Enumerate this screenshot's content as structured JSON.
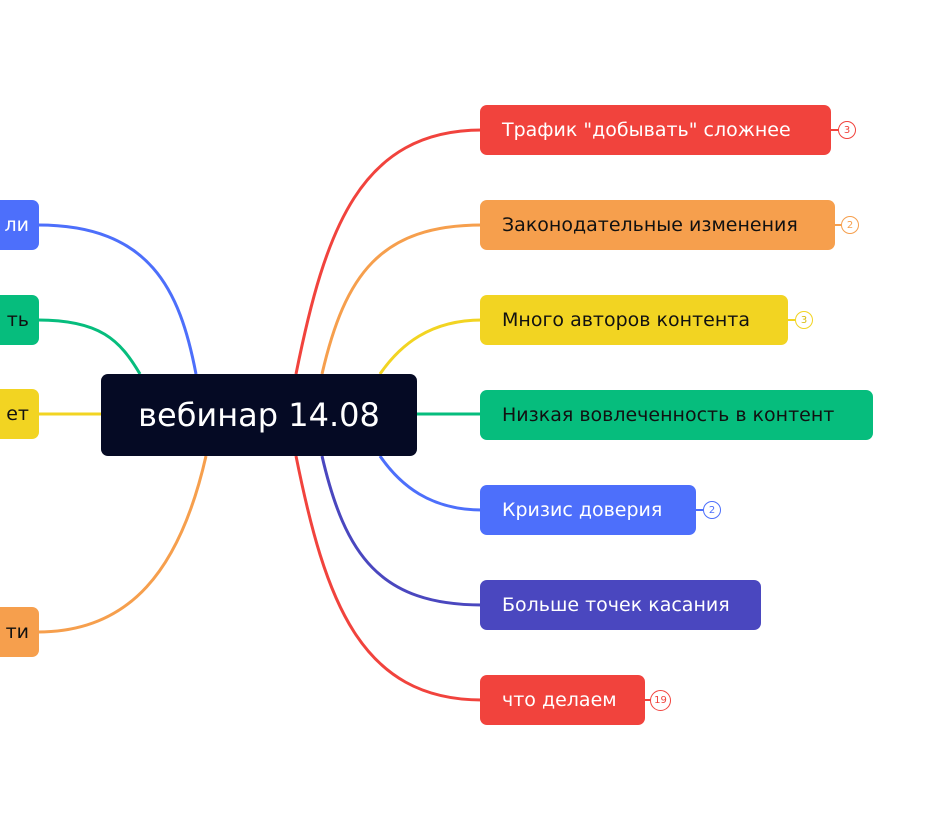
{
  "center": {
    "label": "вебинар 14.08"
  },
  "right_nodes": [
    {
      "label": "Трафик \"добывать\" сложнее",
      "color": "#f1433d",
      "text_color": "#ffffff",
      "badge": "3"
    },
    {
      "label": "Законодательные изменения",
      "color": "#f69f4d",
      "text_color": "#111111",
      "badge": "2"
    },
    {
      "label": "Много авторов контента",
      "color": "#f2d422",
      "text_color": "#111111",
      "badge": "3"
    },
    {
      "label": "Низкая вовлеченность в контент",
      "color": "#06bd7d",
      "text_color": "#111111",
      "badge": ""
    },
    {
      "label": "Кризис доверия",
      "color": "#4d6ffb",
      "text_color": "#ffffff",
      "badge": "2"
    },
    {
      "label": "Больше точек касания",
      "color": "#4a47bf",
      "text_color": "#ffffff",
      "badge": ""
    },
    {
      "label": "что делаем",
      "color": "#f1433d",
      "text_color": "#ffffff",
      "badge": "19"
    }
  ],
  "left_nodes": [
    {
      "label": "ли",
      "color": "#4d6ffb",
      "text_color": "#ffffff"
    },
    {
      "label": "ть",
      "color": "#06bd7d",
      "text_color": "#111111"
    },
    {
      "label": "ет",
      "color": "#f2d422",
      "text_color": "#111111"
    },
    {
      "label": "ти",
      "color": "#f69f4d",
      "text_color": "#111111"
    }
  ]
}
